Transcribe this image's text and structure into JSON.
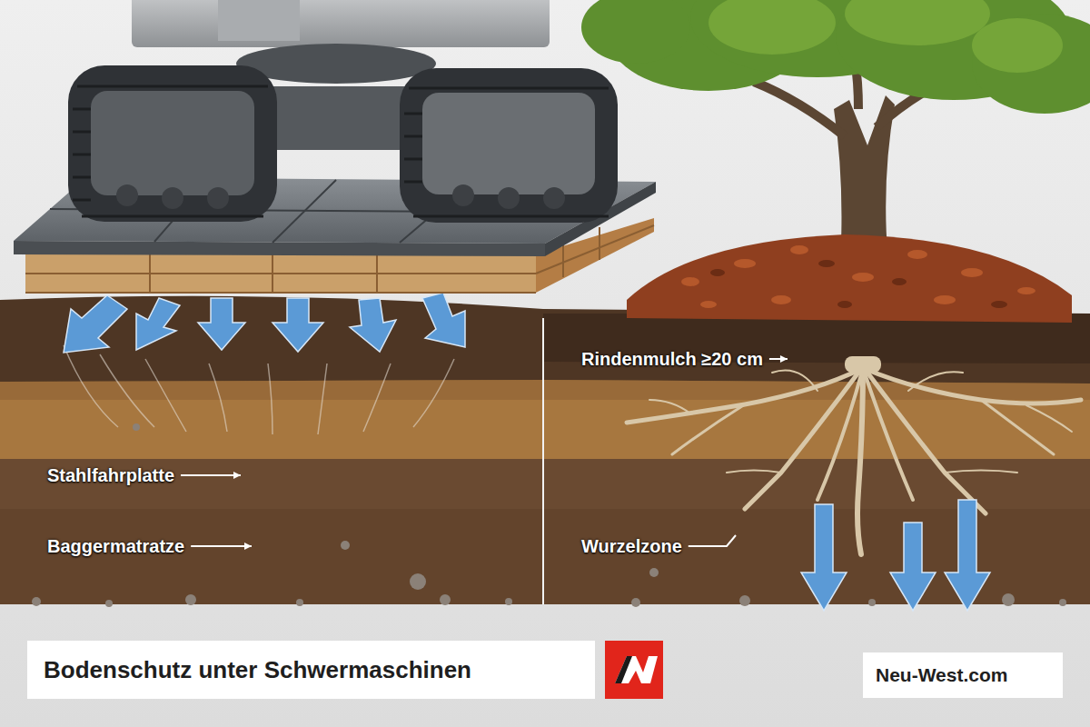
{
  "diagram": {
    "title": "Bodenschutz unter Schwermaschinen",
    "labels": [
      "Stahlfahrplatte",
      "Baggermatratze",
      "Rindenmulch ≥20 cm",
      "Wurzelzone",
      "Neu-West.com"
    ]
  }
}
